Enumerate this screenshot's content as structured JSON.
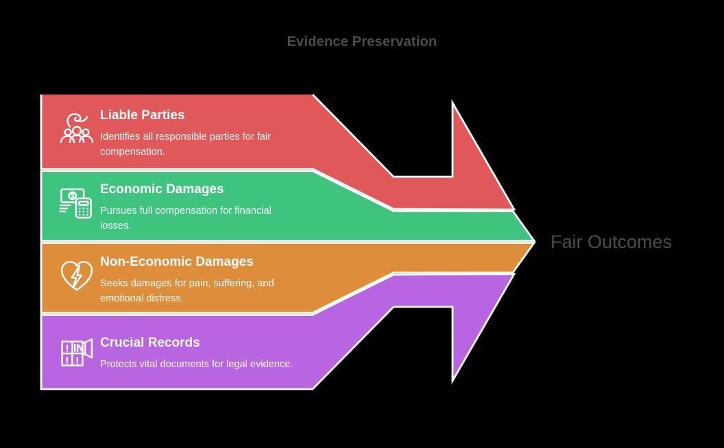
{
  "title": "Evidence Preservation",
  "outcome_label": "Fair Outcomes",
  "colors": {
    "background": "#000000",
    "title_text": "#4c4c4c",
    "outcome_text": "#4d4d4d",
    "band_text": "#ffffff",
    "separator": "#ffffff"
  },
  "bands": [
    {
      "id": "liable-parties",
      "color": "#e05858",
      "icon": "team-care-icon",
      "title": "Liable Parties",
      "description": "Identifies all responsible parties for fair compensation.",
      "description_lines": [
        "Identifies all responsible parties for fair",
        "compensation."
      ]
    },
    {
      "id": "economic-damages",
      "color": "#3ec47f",
      "icon": "money-calculator-icon",
      "title": "Economic Damages",
      "description": "Pursues full compensation for financial losses.",
      "description_lines": [
        "Pursues full compensation for financial",
        "losses."
      ]
    },
    {
      "id": "non-economic-damages",
      "color": "#de8d3b",
      "icon": "heart-lightning-icon",
      "title": "Non-Economic Damages",
      "description": "Seeks damages for pain, suffering, and emotional distress.",
      "description_lines": [
        "Seeks damages for pain, suffering, and",
        "emotional distress."
      ]
    },
    {
      "id": "crucial-records",
      "color": "#b765e1",
      "icon": "records-cabinet-icon",
      "title": "Crucial Records",
      "description": "Protects vital documents for legal evidence.",
      "description_lines": [
        "Protects vital documents for legal evidence."
      ]
    }
  ]
}
